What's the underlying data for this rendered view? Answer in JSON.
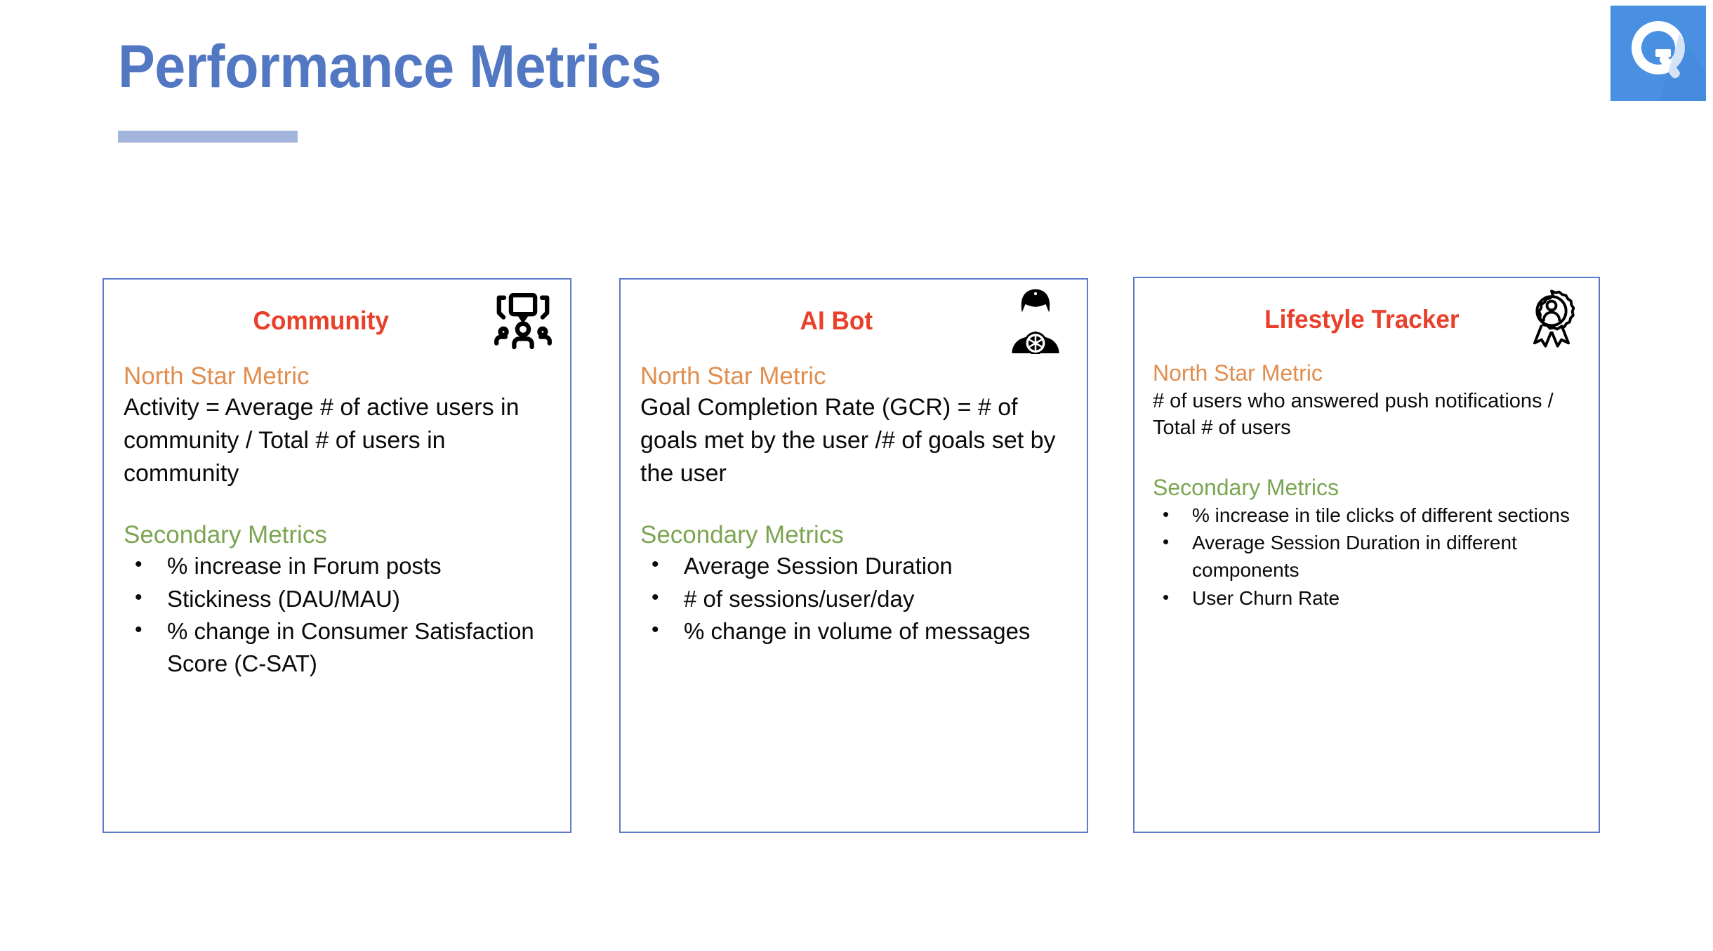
{
  "slide": {
    "title": "Performance Metrics",
    "logo_icon": "q-magnifier-logo",
    "accent_blue": "#5277c3",
    "underline_blue": "#a3b5dd",
    "border_blue": "#5b7bc8",
    "title_red": "#e8402a",
    "nsm_orange": "#e08d4d",
    "secondary_green": "#7ba551"
  },
  "cards": [
    {
      "title": "Community",
      "icon": "community-group-chat-icon",
      "north_star_label": "North Star Metric",
      "north_star_text": "Activity = Average # of active users in community / Total # of users in community",
      "secondary_label": "Secondary Metrics",
      "secondary_items": [
        "% increase in Forum posts",
        "Stickiness (DAU/MAU)",
        "% change in Consumer Satisfaction Score (C-SAT)"
      ]
    },
    {
      "title": "AI Bot",
      "icon": "ai-bot-person-icon",
      "north_star_label": "North Star Metric",
      "north_star_text": "Goal Completion Rate (GCR) = # of goals met by the user /# of goals set by the user",
      "secondary_label": "Secondary Metrics",
      "secondary_items": [
        "Average Session Duration",
        "# of sessions/user/day",
        "% change in volume of messages"
      ]
    },
    {
      "title": "Lifestyle Tracker",
      "icon": "award-badge-person-icon",
      "north_star_label": "North Star Metric",
      "north_star_text": " # of users who answered push notifications / Total # of users",
      "secondary_label": "Secondary Metrics",
      "secondary_items": [
        "% increase in tile clicks of different sections",
        "Average Session Duration in different components",
        "User Churn Rate"
      ]
    }
  ]
}
